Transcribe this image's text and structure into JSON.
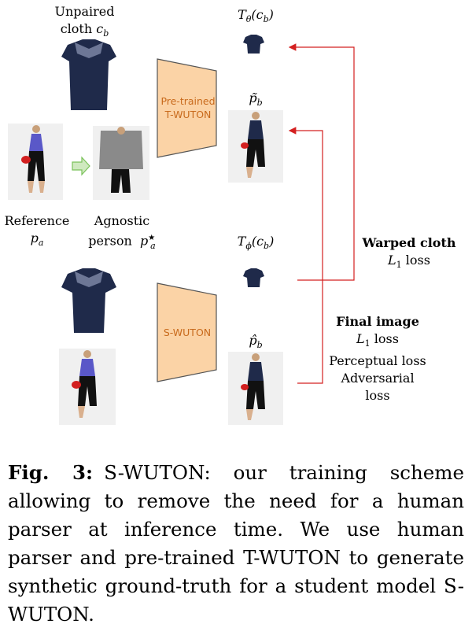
{
  "labels": {
    "unpaired_line1": "Unpaired",
    "unpaired_line2": "cloth",
    "unpaired_sym": "c",
    "unpaired_sub": "b",
    "t_theta": "T",
    "t_theta_sub": "θ",
    "t_theta_arg": "(c",
    "t_theta_arg_sub": "b",
    "t_theta_close": ")",
    "pb_tilde": "p̃",
    "pb_tilde_sub": "b",
    "reference": "Reference",
    "reference_sym": "p",
    "reference_sub": "a",
    "agnostic_line1": "Agnostic",
    "agnostic_line2": "person",
    "agnostic_sym": "p",
    "agnostic_sup": "★",
    "agnostic_sub": "a",
    "t_phi": "T",
    "t_phi_sub": "ϕ",
    "t_phi_arg": "(c",
    "t_phi_arg_sub": "b",
    "t_phi_close": ")",
    "pb_hat": "p̂",
    "pb_hat_sub": "b",
    "pretrained_line1": "Pre-trained",
    "pretrained_line2": "T-WUTON",
    "swuton": "S-WUTON",
    "warped_title": "Warped cloth",
    "warped_loss_sym": "L",
    "warped_loss_sub": "1",
    "warped_loss_word": " loss",
    "final_title": "Final image",
    "final_l1_sym": "L",
    "final_l1_sub": "1",
    "final_l1_word": " loss",
    "final_perceptual": "Perceptual loss",
    "final_adversarial": "Adversarial",
    "final_loss": "loss"
  },
  "caption": {
    "fig": "Fig. 3:",
    "text": "S-WUTON: our training scheme allowing to remove the need for a human parser at inference time. We use human parser and pre-trained T-WUTON to generate synthetic ground-truth for a student model S-WUTON."
  },
  "colors": {
    "arrow": "#d42020",
    "trapezoid_fill": "#fbd3a6",
    "trapezoid_stroke": "#555555",
    "garment": "#1f2a4a",
    "green_arrow": "#7ac25a"
  }
}
